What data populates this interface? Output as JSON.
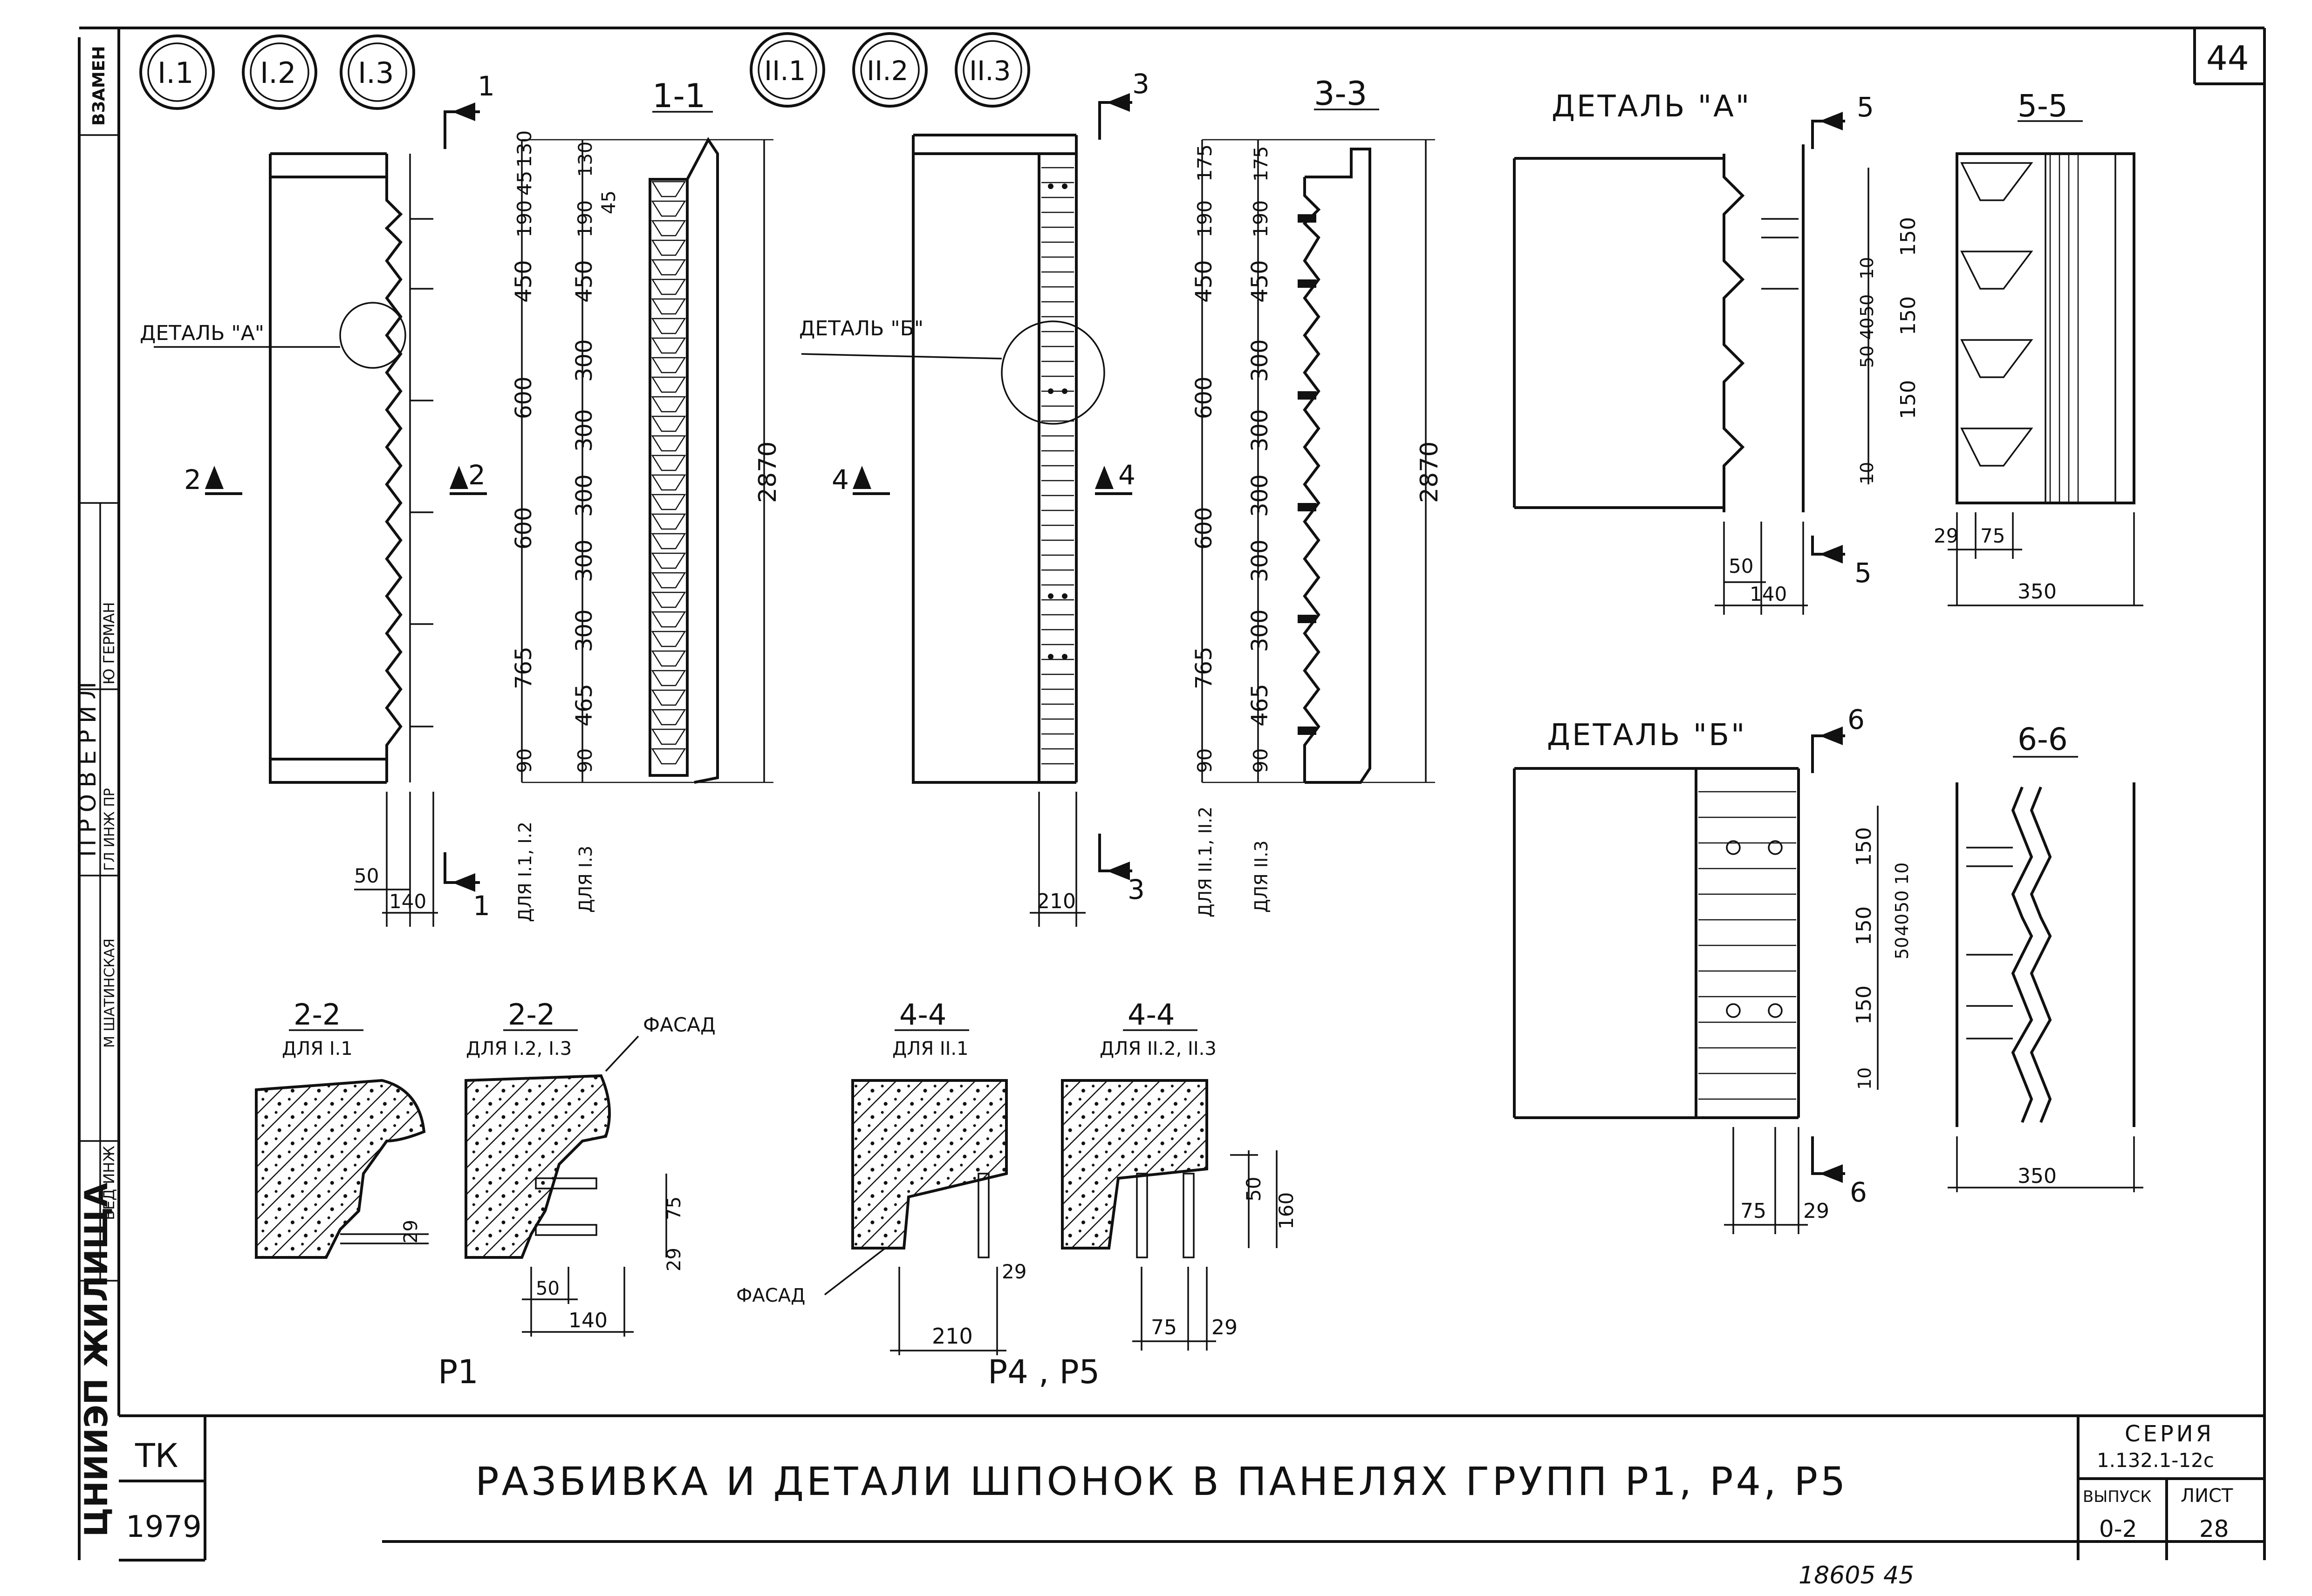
{
  "sheet": {
    "page_number": "44",
    "title": "РАЗБИВКА И ДЕТАЛИ ШПОНОК В ПАНЕЛЯХ ГРУПП Р1, Р4, Р5",
    "org": "ЦНИИЭП ЖИЛИЩА",
    "tk": "ТК",
    "year": "1979",
    "series_label": "СЕРИЯ",
    "series_value": "1.132.1-12с",
    "issue_label": "ВЫПУСК",
    "issue_value": "0-2",
    "sheet_label": "ЛИСТ",
    "sheet_value": "28",
    "bottom_note": "18605   45"
  },
  "stamp": {
    "vzamen": "ВЗАМЕН",
    "proveril": "ПРОВЕРИЛ",
    "row1_role": "ГЛ ИНЖ ПР",
    "row1_name": "Ю ГЕРМАН",
    "row2_role": "ВЕД ИНЖ",
    "row2_name": "М ШАТИНСКАЯ"
  },
  "groups_left": [
    "I.1",
    "I.2",
    "I.3"
  ],
  "groups_right": [
    "II.1",
    "II.2",
    "II.3"
  ],
  "section_titles": {
    "s11": "1-1",
    "s33": "3-3",
    "s55": "5-5",
    "s66": "6-6",
    "detA": "ДЕТАЛЬ \"А\"",
    "detB": "ДЕТАЛЬ \"Б\"",
    "detA_callout": "ДЕТАЛЬ \"А\"",
    "detB_callout": "ДЕТАЛЬ \"Б\"",
    "s22a": "2-2",
    "s22a_sub": "ДЛЯ I.1",
    "s22b": "2-2",
    "s22b_sub": "ДЛЯ I.2, I.3",
    "s44a": "4-4",
    "s44a_sub": "ДЛЯ II.1",
    "s44b": "4-4",
    "s44b_sub": "ДЛЯ II.2, II.3",
    "fasad1": "ФАСАД",
    "fasad2": "ФАСАД",
    "label_p1": "Р1",
    "label_p45": "Р4 , Р5"
  },
  "cut_marks": {
    "c1": "1",
    "c2": "2",
    "c3": "3",
    "c4": "4",
    "c5": "5",
    "c6": "6"
  },
  "dims_11": {
    "col_outer": [
      "130",
      "45",
      "190",
      "450",
      "600",
      "600",
      "765",
      "90"
    ],
    "col_inner": [
      "130",
      "45",
      "190",
      "450",
      "300",
      "300",
      "300",
      "300",
      "300",
      "465",
      "90"
    ],
    "total": "2870",
    "note_outer": "ДЛЯ I.1, I.2",
    "note_inner": "ДЛЯ I.3"
  },
  "dims_33": {
    "col_outer": [
      "175",
      "190",
      "450",
      "600",
      "600",
      "765",
      "90"
    ],
    "col_inner": [
      "175",
      "190",
      "450",
      "300",
      "300",
      "300",
      "300",
      "300",
      "465",
      "90"
    ],
    "total": "2870",
    "note_outer": "ДЛЯ II.1, II.2",
    "note_inner": "ДЛЯ II.3"
  },
  "dims_plan": {
    "a": "50",
    "b": "140",
    "c": "210"
  },
  "dims_detA": {
    "a": "50",
    "b": "140",
    "v1": "150",
    "v2": "150",
    "v3": "150",
    "s1": "10",
    "s2": "50",
    "s3": "40",
    "s4": "50",
    "s5": "10"
  },
  "dims_55": {
    "a": "29",
    "b": "75",
    "w": "350"
  },
  "dims_detB": {
    "a": "75",
    "b": "29"
  },
  "dims_66": {
    "v1": "150",
    "v2": "150",
    "v3": "150",
    "s1": "10",
    "s2": "50",
    "s3": "40",
    "s4": "50",
    "s5": "10",
    "w": "350"
  },
  "dims_22": {
    "a": "29",
    "b": "75",
    "c": "29",
    "d": "50",
    "e": "140"
  },
  "dims_44": {
    "a": "29",
    "b": "210",
    "c": "50",
    "d": "160",
    "e": "75",
    "f": "29"
  }
}
